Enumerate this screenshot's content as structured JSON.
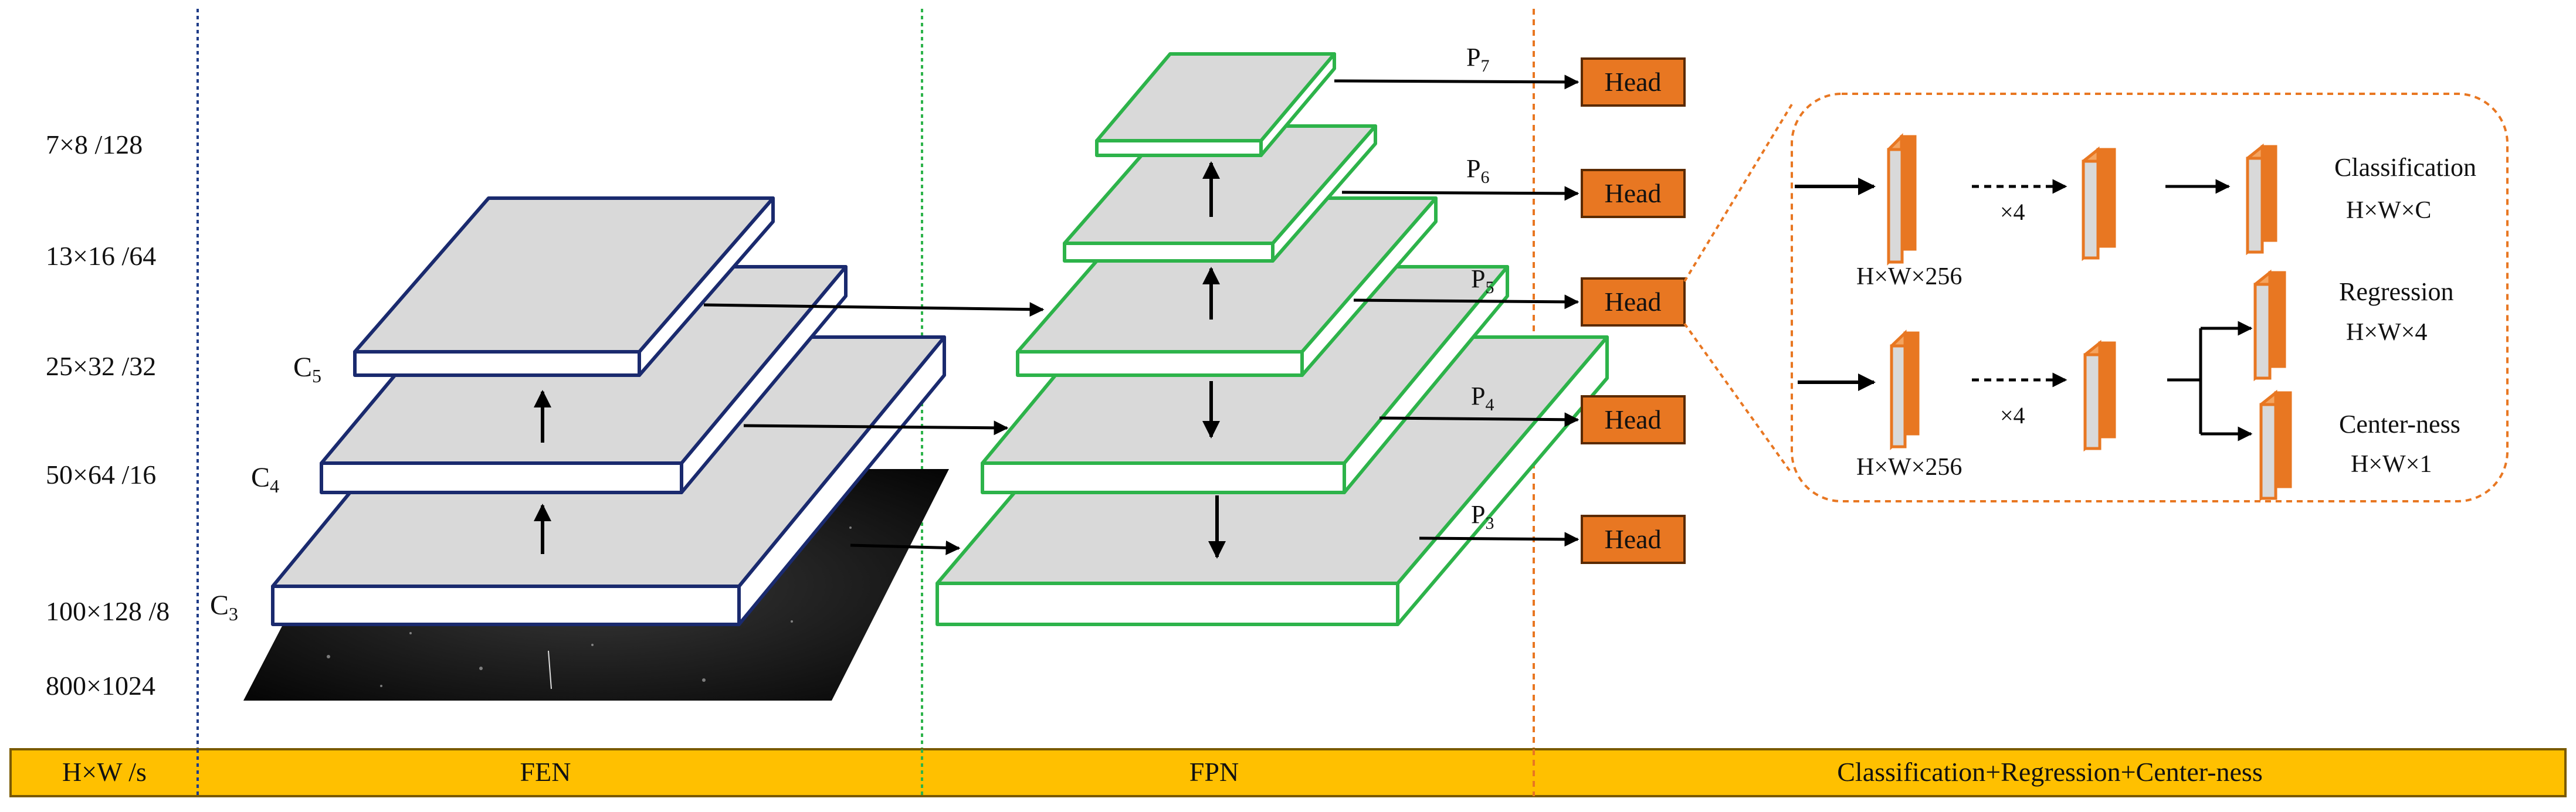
{
  "scale_labels": {
    "s128": "7×8 /128",
    "s64": "13×16 /64",
    "s32": "25×32 /32",
    "s16": "50×64 /16",
    "s8": "100×128 /8",
    "input": "800×1024"
  },
  "fen": {
    "c5": {
      "base": "C",
      "sub": "5"
    },
    "c4": {
      "base": "C",
      "sub": "4"
    },
    "c3": {
      "base": "C",
      "sub": "3"
    }
  },
  "fpn": {
    "p7": {
      "base": "P",
      "sub": "7"
    },
    "p6": {
      "base": "P",
      "sub": "6"
    },
    "p5": {
      "base": "P",
      "sub": "5"
    },
    "p4": {
      "base": "P",
      "sub": "4"
    },
    "p3": {
      "base": "P",
      "sub": "3"
    }
  },
  "head_label": "Head",
  "head_detail": {
    "feature_size": "H×W×256",
    "repeat": "×4",
    "classification": "Classification",
    "classification_shape": "H×W×C",
    "regression": "Regression",
    "regression_shape": "H×W×4",
    "centerness": "Center-ness",
    "centerness_shape": "H×W×1"
  },
  "bottom_bar": {
    "col1": "H×W /s",
    "col2": "FEN",
    "col3": "FPN",
    "col4": "Classification+Regression+Center-ness"
  },
  "colors": {
    "fen_border": "#1a2a6e",
    "fpn_border": "#2db34a",
    "plate_fill": "#d9d9d9",
    "head_fill": "#e87722",
    "head_border": "#5a2a00",
    "bar_fill": "#ffc000",
    "divider_blue": "#1f3c88",
    "divider_green": "#2db34a",
    "divider_orange": "#e87722"
  }
}
